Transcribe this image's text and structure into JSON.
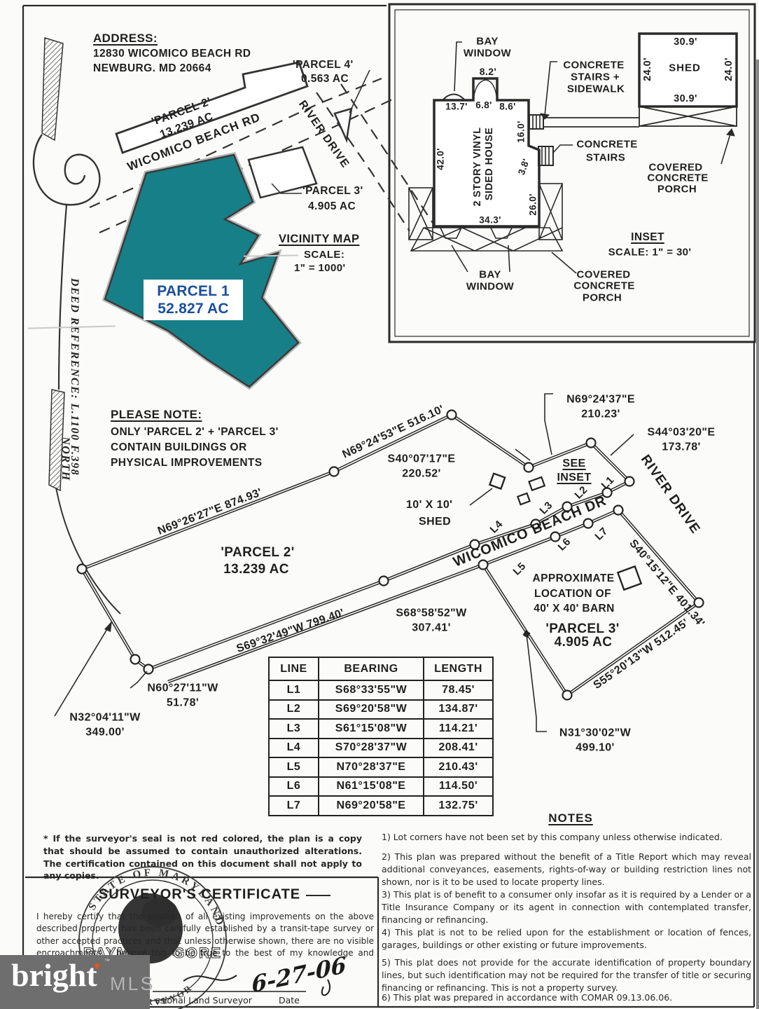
{
  "colors": {
    "paper": "#fbfbf9",
    "ink": "#1f1f1f",
    "parcel_fill": "#177f88",
    "parcel_label": "#1a4f9c",
    "logo_bg": "#6e6e6e",
    "logo_star": "#e0561e",
    "logo_mls": "#b3b3b3"
  },
  "vicinity": {
    "address_heading": "ADDRESS:",
    "address_line1": "12830 WICOMICO BEACH RD",
    "address_line2": "NEWBURG. MD 20664",
    "parcel2_name": "'PARCEL 2'",
    "parcel2_area": "13.239 AC",
    "parcel3_name": "'PARCEL 3'",
    "parcel3_area": "4.905 AC",
    "parcel4_name": "'PARCEL 4'",
    "parcel4_area": "0.563 AC",
    "parcel1_name": "PARCEL 1",
    "parcel1_area": "52.827 AC",
    "road_wicomico": "WICOMICO BEACH RD",
    "road_river": "RIVER DRIVE",
    "map_title": "VICINITY MAP",
    "map_scale_label": "SCALE:",
    "map_scale_value": "1\" = 1000'"
  },
  "north": {
    "deed_reference": "DEED REFERENCE: L.1100  F.398",
    "label": "NORTH"
  },
  "please_note": {
    "heading": "PLEASE NOTE:",
    "line1": "ONLY 'PARCEL 2' + 'PARCEL 3'",
    "line2": "CONTAIN BUILDINGS OR",
    "line3": "PHYSICAL IMPROVEMENTS"
  },
  "inset": {
    "bay1": "BAY",
    "bay2": "WINDOW",
    "dim_82": "8.2'",
    "dim_137": "13.7'",
    "dim_68": "6.8'",
    "dim_86": "8.6'",
    "dim_420": "42.0'",
    "dim_160": "16.0'",
    "dim_38": "3.8'",
    "dim_260": "26.0'",
    "dim_343": "34.3'",
    "house_line1": "2 STORY VINYL",
    "house_line2": "SIDED HOUSE",
    "css1": "CONCRETE",
    "css2": "STAIRS +",
    "css3": "SIDEWALK",
    "cs1": "CONCRETE",
    "cs2": "STAIRS",
    "shed_label": "SHED",
    "shed_w": "30.9'",
    "shed_h": "24.0'",
    "porch1": "COVERED",
    "porch2": "CONCRETE",
    "porch3": "PORCH",
    "inset_title": "INSET",
    "inset_scale": "SCALE: 1\" = 30'"
  },
  "survey": {
    "bearings": {
      "b874": {
        "bearing": "N69°26'27\"E",
        "length": "874.93'"
      },
      "b516": {
        "bearing": "N69°24'53\"E",
        "length": "516.10'"
      },
      "b220": {
        "bearing": "S40°07'17\"E",
        "length": "220.52'"
      },
      "b210": {
        "bearing": "N69°24'37\"E",
        "length": "210.23'"
      },
      "b173": {
        "bearing": "S44°03'20\"E",
        "length": "173.78'"
      },
      "b401": {
        "bearing": "S40°15'12\"E 401.34'"
      },
      "b512": {
        "bearing": "S55°20'13\"W 512.45'"
      },
      "b499": {
        "bearing": "N31°30'02\"W",
        "length": "499.10'"
      },
      "b799": {
        "bearing": "S69°32'49\"W 799.40'"
      },
      "b307": {
        "bearing": "S68°58'52\"W",
        "length": "307.41'"
      },
      "b51": {
        "bearing": "N60°27'11\"W",
        "length": "51.78'"
      },
      "b349": {
        "bearing": "N32°04'11\"W",
        "length": "349.00'"
      }
    },
    "road_wicomico": "WICOMICO BEACH DR",
    "road_river": "RIVER DRIVE",
    "see_inset_1": "SEE",
    "see_inset_2": "INSET",
    "shed_label_1": "10' X 10'",
    "shed_label_2": "SHED",
    "barn_label_1": "APPROXIMATE",
    "barn_label_2": "LOCATION OF",
    "barn_label_3": "40' X 40' BARN",
    "parcel2_name": "'PARCEL 2'",
    "parcel2_area": "13.239 AC",
    "parcel3_name": "'PARCEL 3'",
    "parcel3_area": "4.905 AC",
    "line_labels": [
      "L1",
      "L2",
      "L3",
      "L4",
      "L5",
      "L6",
      "L7"
    ]
  },
  "line_table": {
    "headers": [
      "LINE",
      "BEARING",
      "LENGTH"
    ],
    "rows": [
      {
        "line": "L1",
        "bearing": "S68°33'55\"W",
        "length": "78.45'"
      },
      {
        "line": "L2",
        "bearing": "S69°20'58\"W",
        "length": "134.87'"
      },
      {
        "line": "L3",
        "bearing": "S61°15'08\"W",
        "length": "114.21'"
      },
      {
        "line": "L4",
        "bearing": "S70°28'37\"W",
        "length": "208.41'"
      },
      {
        "line": "L5",
        "bearing": "N70°28'37\"E",
        "length": "210.43'"
      },
      {
        "line": "L6",
        "bearing": "N61°15'08\"E",
        "length": "114.50'"
      },
      {
        "line": "L7",
        "bearing": "N69°20'58\"E",
        "length": "132.75'"
      }
    ]
  },
  "seal_note": "* If the surveyor's seal is not red colored, the plan is a copy that should be assumed to contain unauthorized alterations.  The certification contained on this document shall not apply to any copies.",
  "notes": {
    "heading": "NOTES",
    "items": [
      "1)  Lot corners have not been set by this company unless otherwise indicated.",
      "2)  This plan was prepared without the benefit of a Title Report which may reveal additional conveyances, easements, rights-of-way or building restriction lines not shown, nor is it to be used to locate property lines.",
      "3)  This plat is of benefit to a consumer only insofar as it is required by a Lender or a Title Insurance Company or its agent in connection with contemplated transfer, financing or refinancing.",
      "4)  This plat is not to be relied upon for the establishment or location of fences, garages, buildings or other existing or future improvements.",
      "5)  This plat does not provide for the accurate identification of property boundary lines, but such identification may not be required for the transfer of title or securing financing or refinancing. This is not a property survey.",
      "6)  This plat was prepared in accordance with COMAR 09.13.06.06."
    ]
  },
  "certificate": {
    "title": "SURVEYOR'S CERTIFICATE",
    "body": "I hereby certify that the position of all existing improvements on the above described property has been carefully established by a transit-tape survey or other accepted practices and that unless otherwise shown, there are no visible encroachments. I believe this to be true to the best of my knowledge and available information.",
    "signature_label": "ssional Land Surveyor",
    "date_label": "Date",
    "date_value": "6-27-06",
    "seal_top": "STATE OF MARYLAND",
    "seal_name": "RAYMOND GORE",
    "seal_bottom": "SURVEYOR"
  },
  "logo": {
    "brand": "bright",
    "star_icon": "✦",
    "tm": "™",
    "suffix": "MLS"
  }
}
